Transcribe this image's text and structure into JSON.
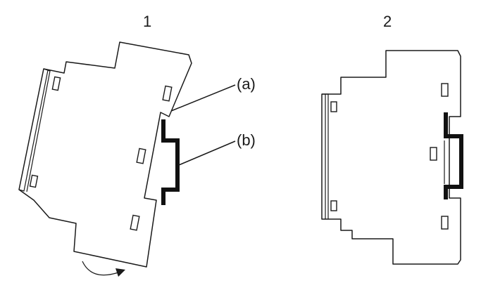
{
  "steps": {
    "first": "1",
    "second": "2"
  },
  "callouts": {
    "a": "(a)",
    "b": "(b)"
  },
  "colors": {
    "line": "#1a1a1a",
    "rail": "#111111",
    "background": "#ffffff"
  }
}
